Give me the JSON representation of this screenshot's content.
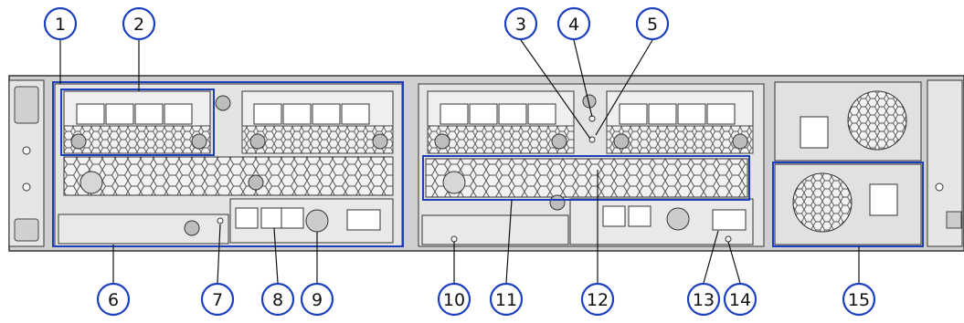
{
  "diagram": {
    "callouts": [
      {
        "id": "1",
        "label": "1"
      },
      {
        "id": "2",
        "label": "2"
      },
      {
        "id": "3",
        "label": "3"
      },
      {
        "id": "4",
        "label": "4"
      },
      {
        "id": "5",
        "label": "5"
      },
      {
        "id": "6",
        "label": "6"
      },
      {
        "id": "7",
        "label": "7"
      },
      {
        "id": "8",
        "label": "8"
      },
      {
        "id": "9",
        "label": "9"
      },
      {
        "id": "10",
        "label": "10"
      },
      {
        "id": "11",
        "label": "11"
      },
      {
        "id": "12",
        "label": "12"
      },
      {
        "id": "13",
        "label": "13"
      },
      {
        "id": "14",
        "label": "14"
      },
      {
        "id": "15",
        "label": "15"
      }
    ],
    "colors": {
      "callout_stroke": "#1b3fbf",
      "callout_fill": "#ffffff",
      "callout_text": "#111111",
      "highlight_box": "#1b3fbf",
      "chassis_fill": "#d9d9d9",
      "chassis_stroke": "#3a3a3a",
      "mesh": "#5a5a5a"
    }
  }
}
